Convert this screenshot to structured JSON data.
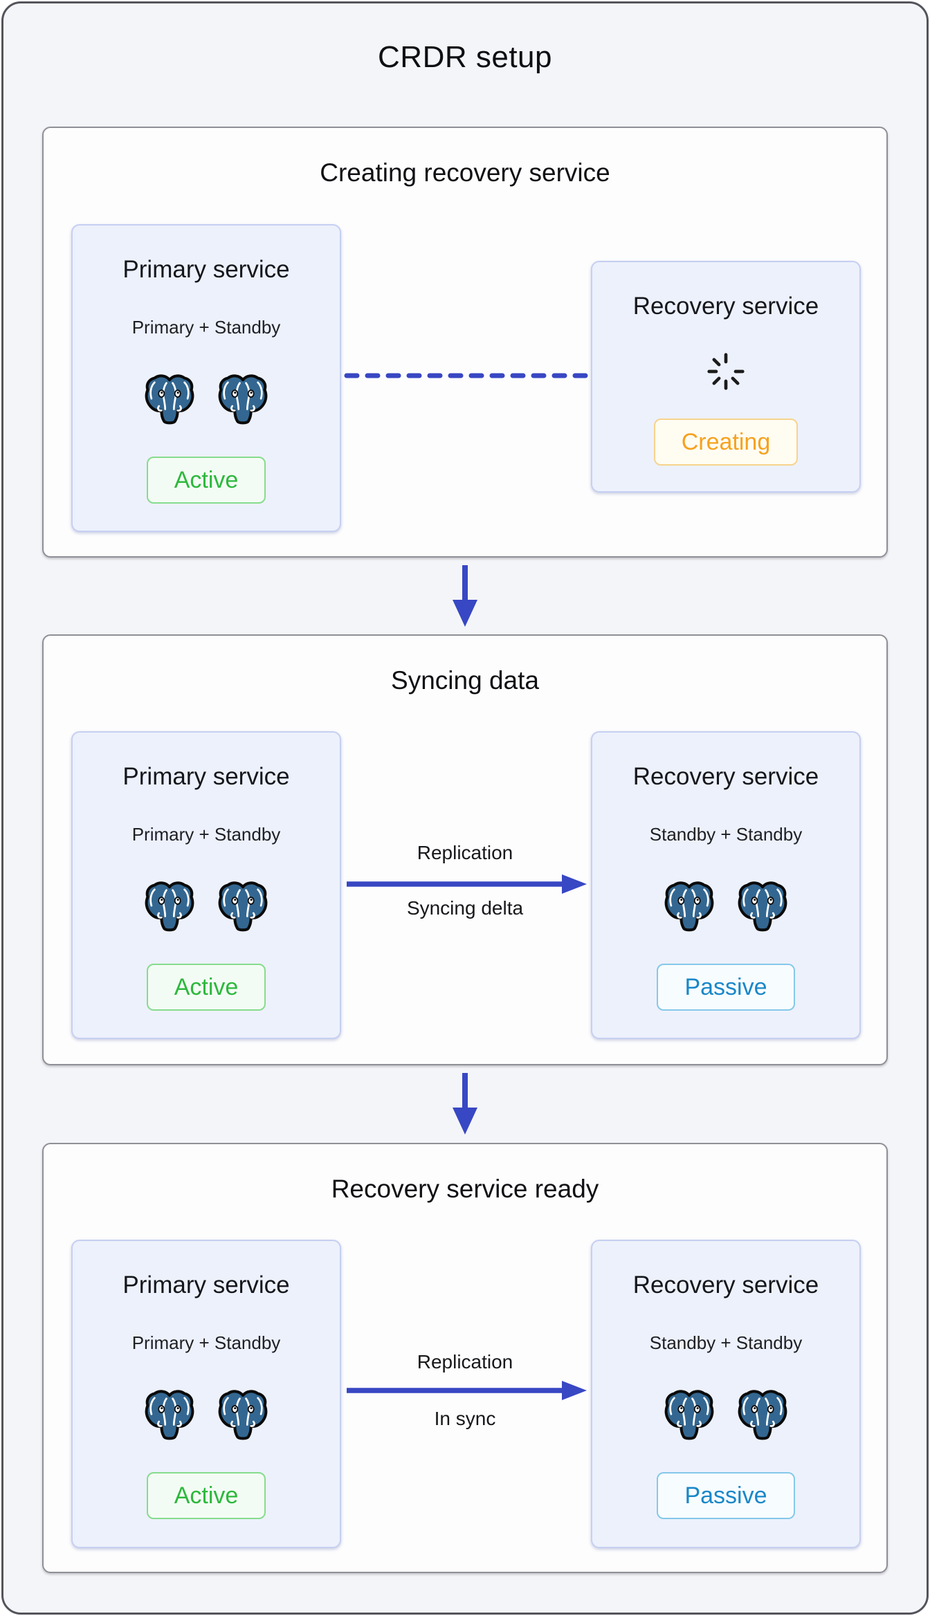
{
  "page_title": "CRDR setup",
  "colors": {
    "accent_arrow": "#3847c3",
    "postgres_blue": "#336791",
    "active_green": "#2db83d",
    "creating_orange": "#f6a21e",
    "passive_blue": "#1a87c8",
    "page_background": "#f4f5f8",
    "card_background": "#edf1fb",
    "card_border": "#c6cff2"
  },
  "icons": {
    "database_icon": "postgresql-elephant-icon",
    "pending_icon": "loading-spinner-icon"
  },
  "sections": [
    {
      "title": "Creating recovery service",
      "primary": {
        "title": "Primary service",
        "subtitle": "Primary + Standby",
        "status": "Active"
      },
      "recovery": {
        "title": "Recovery service",
        "status": "Creating"
      },
      "connector": {
        "type": "dashed-line"
      }
    },
    {
      "title": "Syncing data",
      "primary": {
        "title": "Primary service",
        "subtitle": "Primary + Standby",
        "status": "Active"
      },
      "recovery": {
        "title": "Recovery service",
        "subtitle": "Standby + Standby",
        "status": "Passive"
      },
      "connector": {
        "type": "arrow-right",
        "label_top": "Replication",
        "label_bottom": "Syncing delta"
      }
    },
    {
      "title": "Recovery service ready",
      "primary": {
        "title": "Primary service",
        "subtitle": "Primary + Standby",
        "status": "Active"
      },
      "recovery": {
        "title": "Recovery service",
        "subtitle": "Standby + Standby",
        "status": "Passive"
      },
      "connector": {
        "type": "arrow-right",
        "label_top": "Replication",
        "label_bottom": "In sync"
      }
    }
  ]
}
